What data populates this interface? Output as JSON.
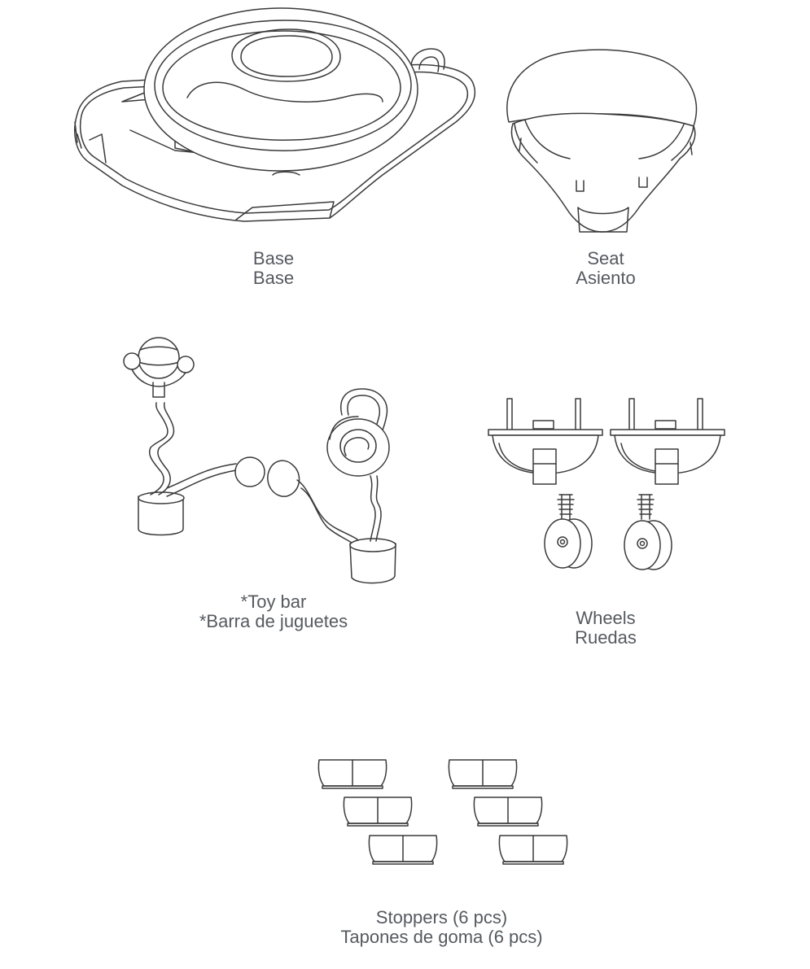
{
  "parts": {
    "base": {
      "name_en": "Base",
      "name_es": "Base"
    },
    "seat": {
      "name_en": "Seat",
      "name_es": "Asiento"
    },
    "toy_bar": {
      "name_en": "*Toy bar",
      "name_es": "*Barra de juguetes"
    },
    "wheels": {
      "name_en": "Wheels",
      "name_es": "Ruedas"
    },
    "stoppers": {
      "name_en": "Stoppers (6 pcs)",
      "name_es": "Tapones de goma (6 pcs)",
      "count": 6
    }
  },
  "colors": {
    "line": "#3a3a3a",
    "label": "#555a60",
    "background": "#ffffff"
  }
}
